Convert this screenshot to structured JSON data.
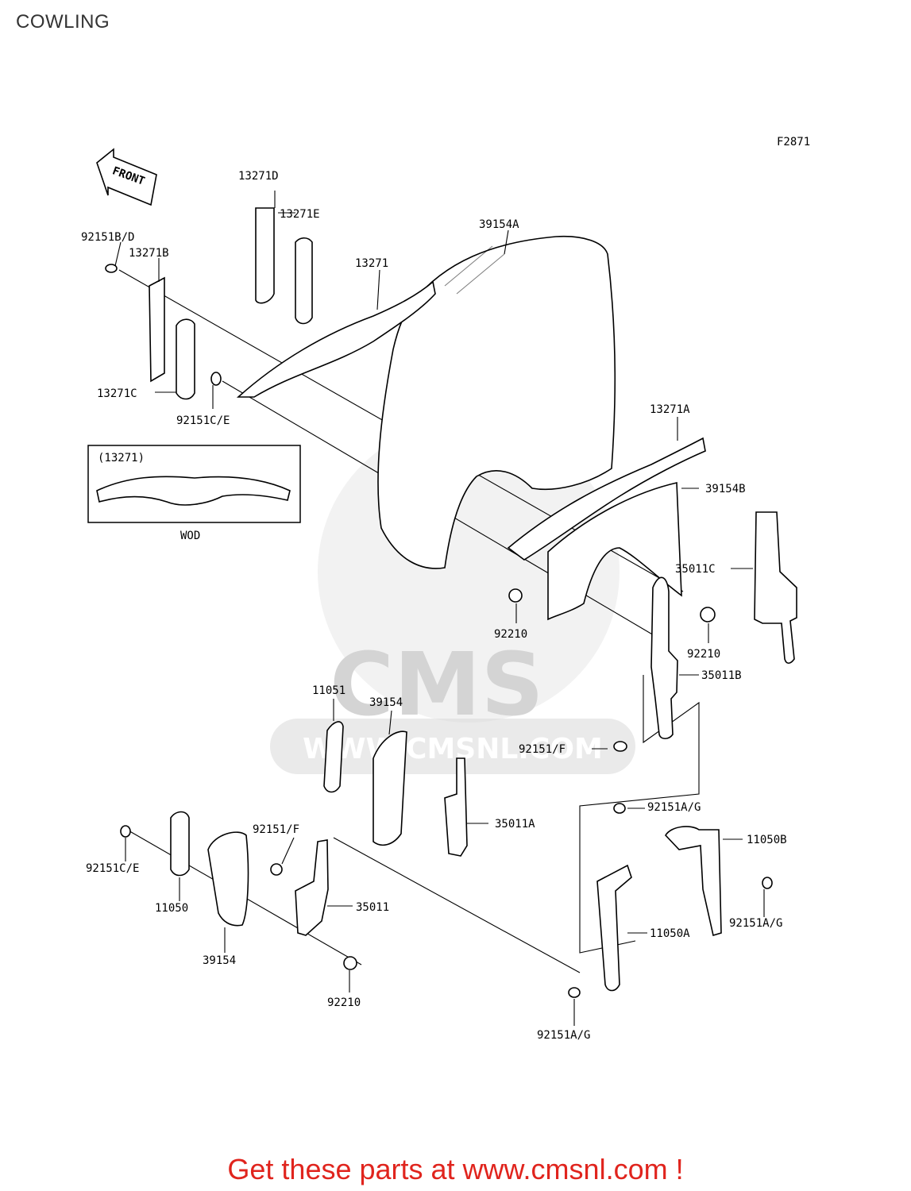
{
  "header": {
    "title": "COWLING"
  },
  "diagram": {
    "figure_code": "F2871",
    "front_arrow_label": "FRONT",
    "inset": {
      "part_ref": "(13271)",
      "variant_label": "WOD"
    },
    "callouts": [
      "13271D",
      "13271E",
      "39154A",
      "92151B/D",
      "13271B",
      "13271",
      "13271C",
      "92151C/E",
      "13271A",
      "39154B",
      "35011C",
      "92210",
      "92210",
      "35011B",
      "11051",
      "39154",
      "92151/F",
      "35011A",
      "92151A/G",
      "11050B",
      "92151/F",
      "92151C/E",
      "11050",
      "35011",
      "11050A",
      "92151A/G",
      "39154",
      "92210",
      "92151A/G"
    ],
    "watermark": {
      "brand": "CMS",
      "url": "WWW.CMSNL.COM"
    }
  },
  "footer": {
    "cta": "Get these parts at www.cmsnl.com !",
    "cta_color": "#e0241d"
  }
}
